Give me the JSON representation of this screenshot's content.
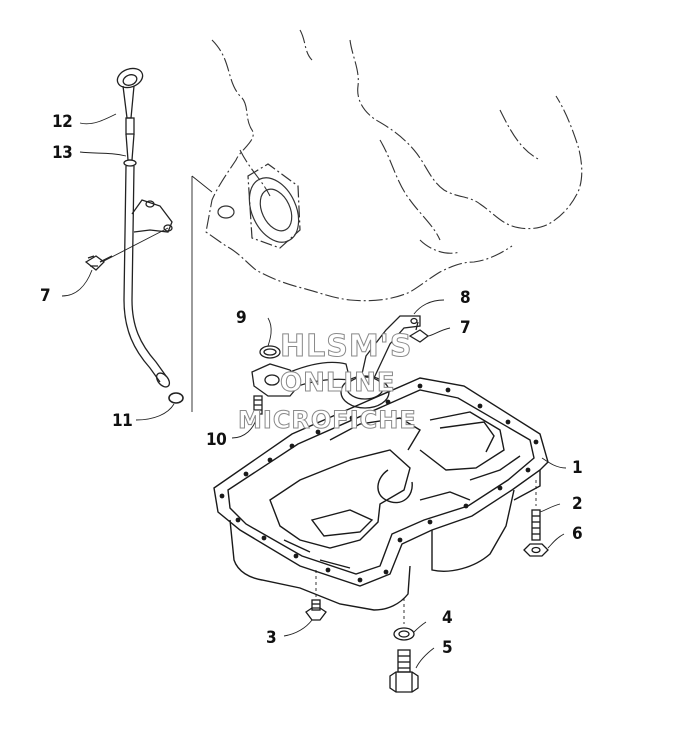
{
  "diagram": {
    "callouts": {
      "c1": "1",
      "c2": "2",
      "c3": "3",
      "c4": "4",
      "c5": "5",
      "c6": "6",
      "c7a": "7",
      "c7b": "7",
      "c8": "8",
      "c9": "9",
      "c10": "10",
      "c11": "11",
      "c12": "12",
      "c13": "13"
    },
    "watermark": {
      "line1": "HLSM'S",
      "line2": "ONLINE",
      "line3": "MICROFICHE"
    }
  }
}
